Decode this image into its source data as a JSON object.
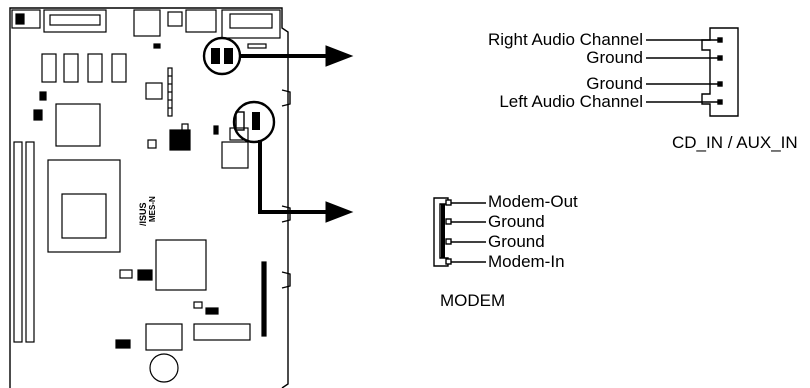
{
  "board": {
    "brand": "/ISUS",
    "model": "MES-N"
  },
  "cd_connector": {
    "name": "CD_IN / AUX_IN",
    "pins": [
      "Right Audio Channel",
      "Ground",
      "Ground",
      "Left Audio Channel"
    ]
  },
  "modem_connector": {
    "name": "MODEM",
    "pins": [
      "Modem-Out",
      "Ground",
      "Ground",
      "Modem-In"
    ]
  }
}
